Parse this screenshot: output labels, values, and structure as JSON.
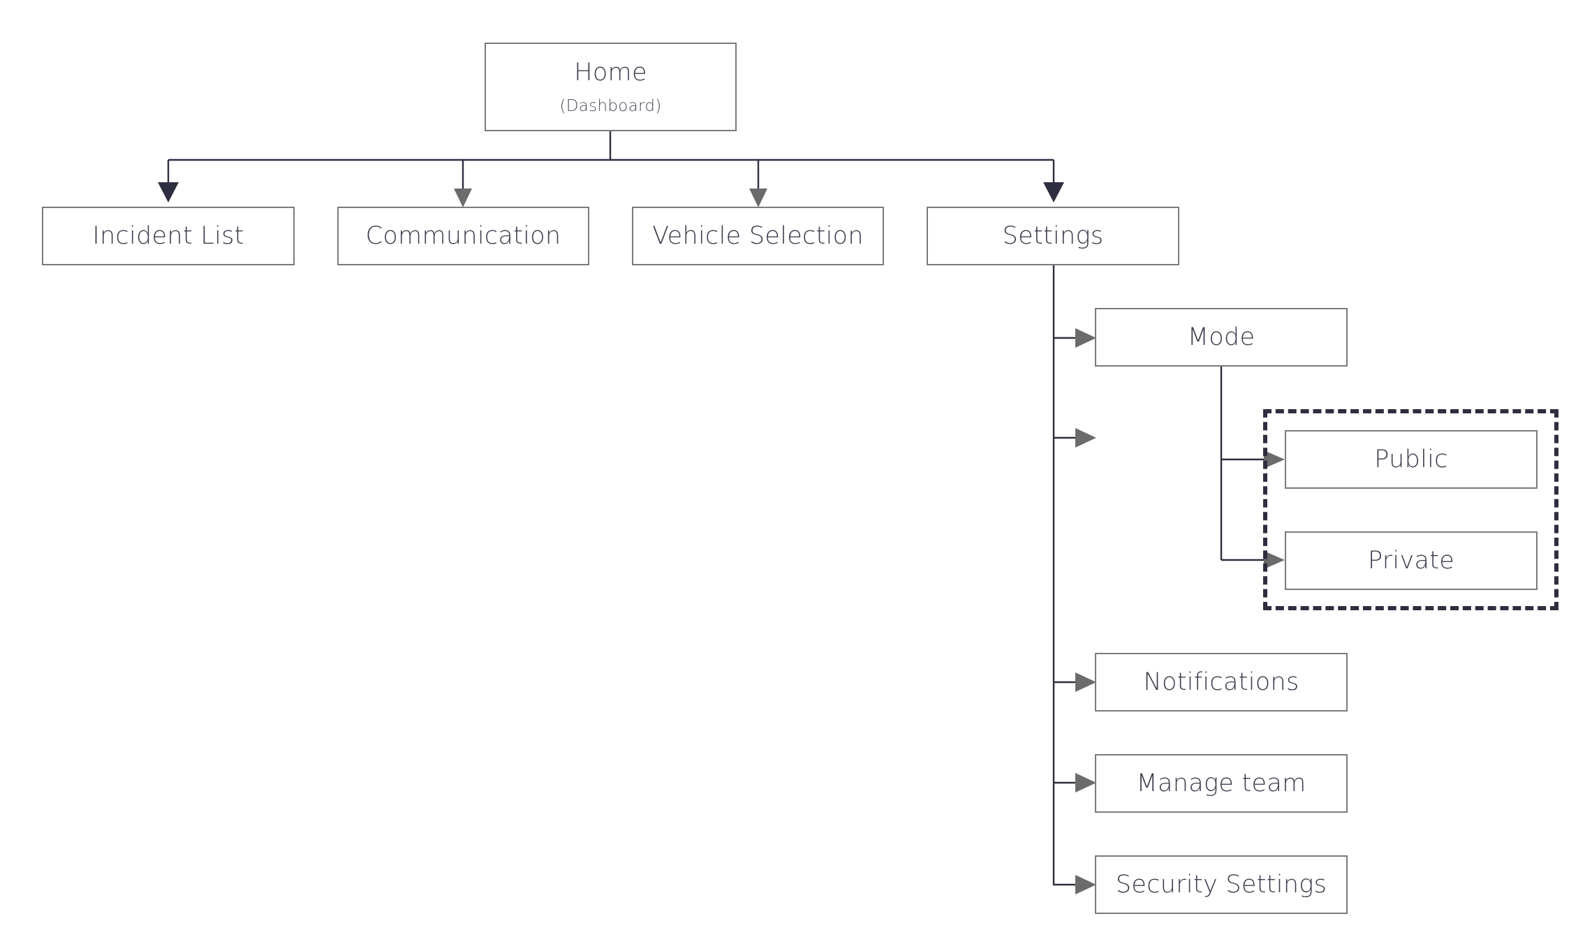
{
  "colors": {
    "line_dark": "#2e2e40",
    "line_gray": "#6b6b6b",
    "box_border": "#7a7a7a",
    "text": "#3c3c4c"
  },
  "root": {
    "label": "Home",
    "sublabel": "(Dashboard)"
  },
  "level1": {
    "incident_list": "Incident List",
    "communication": "Communication",
    "vehicle_selection": "Vehicle Selection",
    "settings": "Settings"
  },
  "settings_children": {
    "mode": "Mode",
    "notifications": "Notifications",
    "manage_team": "Manage team",
    "security_settings": "Security Settings"
  },
  "mode_children": {
    "public": "Public",
    "private": "Private"
  }
}
